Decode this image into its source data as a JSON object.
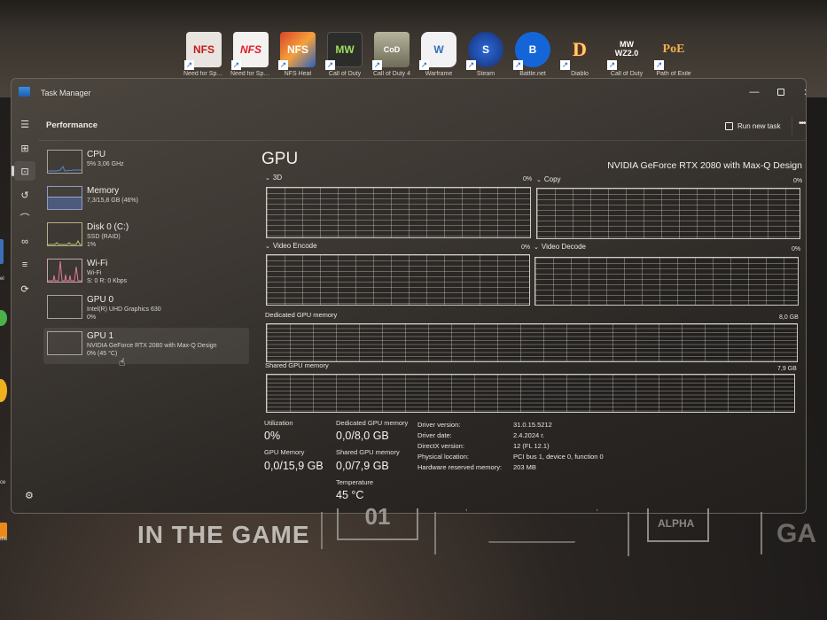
{
  "desktop": {
    "icons": [
      {
        "label": "Need for Speed",
        "glyph": "NFS",
        "bg": "#e8e4e0",
        "fg": "#c21b1b"
      },
      {
        "label": "Need for Speed",
        "glyph": "NFS",
        "bg": "#f4f2f0",
        "fg": "#e01c2a"
      },
      {
        "label": "NFS Heat",
        "glyph": "NFS",
        "bg": "#d9452a",
        "fg": "#ffffff"
      },
      {
        "label": "Call of Duty",
        "glyph": "MW",
        "bg": "#2c2c2a",
        "fg": "#9fdc5a"
      },
      {
        "label": "Call of Duty 4",
        "glyph": "CoD",
        "bg": "#9c9a85",
        "fg": "#ffffff"
      },
      {
        "label": "Warframe",
        "glyph": "W",
        "bg": "#f2f2f4",
        "fg": "#2f6fb8"
      },
      {
        "label": "Steam",
        "glyph": "S",
        "bg": "#1c4aa8",
        "fg": "#ffffff"
      },
      {
        "label": "Battle.net",
        "glyph": "B",
        "bg": "#1466d8",
        "fg": "#ffffff"
      },
      {
        "label": "Diablo",
        "glyph": "D",
        "bg": "#b92d14",
        "fg": "#ffd169"
      },
      {
        "label": "Call of Duty",
        "glyph": "MW WZ2.0",
        "bg": "#2b2a28",
        "fg": "#ffffff"
      },
      {
        "label": "Path of Exile",
        "glyph": "PoE",
        "bg": "#5a3a22",
        "fg": "#f1b24a"
      }
    ],
    "left_strip_labels": [
      "el",
      "ce",
      "dia"
    ]
  },
  "window": {
    "title": "Task Manager",
    "controls": {
      "minimize": "—",
      "maximize": "",
      "close": "✕"
    }
  },
  "nav": {
    "items": [
      {
        "name": "hamburger-menu",
        "glyph": "☰"
      },
      {
        "name": "processes",
        "glyph": "⊞"
      },
      {
        "name": "performance",
        "glyph": "⊡",
        "active": true
      },
      {
        "name": "app-history",
        "glyph": "↺"
      },
      {
        "name": "startup-apps",
        "glyph": "⌒"
      },
      {
        "name": "users",
        "glyph": "∞"
      },
      {
        "name": "details",
        "glyph": "≡"
      },
      {
        "name": "services",
        "glyph": "⟳"
      }
    ],
    "settings_glyph": "⚙"
  },
  "header": {
    "page_title": "Performance",
    "run_new_task": "Run new task",
    "more": "•••"
  },
  "resources": [
    {
      "name": "CPU",
      "sub1": "5% 3,06 GHz",
      "sub2": "",
      "graph_color": "#4c8bd4"
    },
    {
      "name": "Memory",
      "sub1": "7,3/15,8 GB (46%)",
      "sub2": "",
      "graph_color": "#6b7fb4"
    },
    {
      "name": "Disk 0 (C:)",
      "sub1": "SSD (RAID)",
      "sub2": "1%",
      "graph_color": "#b7c46a"
    },
    {
      "name": "Wi-Fi",
      "sub1": "Wi-Fi",
      "sub2": "S: 0 R: 0 Kbps",
      "graph_color": "#e07a9a"
    },
    {
      "name": "GPU 0",
      "sub1": "Intel(R) UHD Graphics 630",
      "sub2": "0%",
      "graph_color": "#a9a49d"
    },
    {
      "name": "GPU 1",
      "sub1": "NVIDIA GeForce RTX 2080 with Max-Q Design",
      "sub2": "0%  (45 °C)",
      "graph_color": "#a9a49d",
      "selected": true
    }
  ],
  "gpu": {
    "title": "GPU",
    "model": "NVIDIA GeForce RTX 2080 with Max-Q Design",
    "engines": [
      {
        "label": "3D",
        "pct": "0%"
      },
      {
        "label": "Copy",
        "pct": "0%"
      },
      {
        "label": "Video Encode",
        "pct": "0%"
      },
      {
        "label": "Video Decode",
        "pct": "0%"
      }
    ],
    "dedicated_graph": {
      "label": "Dedicated GPU memory",
      "max": "8,0 GB"
    },
    "shared_graph": {
      "label": "Shared GPU memory",
      "max": "7,9 GB"
    },
    "stats": {
      "utilization_label": "Utilization",
      "utilization_value": "0%",
      "gpu_memory_label": "GPU Memory",
      "gpu_memory_value": "0,0/15,9 GB",
      "dedicated_label": "Dedicated GPU memory",
      "dedicated_value": "0,0/8,0 GB",
      "shared_label": "Shared GPU memory",
      "shared_value": "0,0/7,9 GB",
      "temperature_label": "Temperature",
      "temperature_value": "45 °C"
    },
    "driver": [
      {
        "label": "Driver version:",
        "value": "31.0.15.5212"
      },
      {
        "label": "Driver date:",
        "value": "2.4.2024 г."
      },
      {
        "label": "DirectX version:",
        "value": "12 (FL 12.1)"
      },
      {
        "label": "Physical location:",
        "value": "PCI bus 1, device 0, function 0"
      },
      {
        "label": "Hardware reserved memory:",
        "value": "203 MB"
      }
    ]
  },
  "bezel": {
    "slogan": "IN THE GAME",
    "box_text": "01",
    "alpha": "ALPHA",
    "ga": "GA"
  }
}
